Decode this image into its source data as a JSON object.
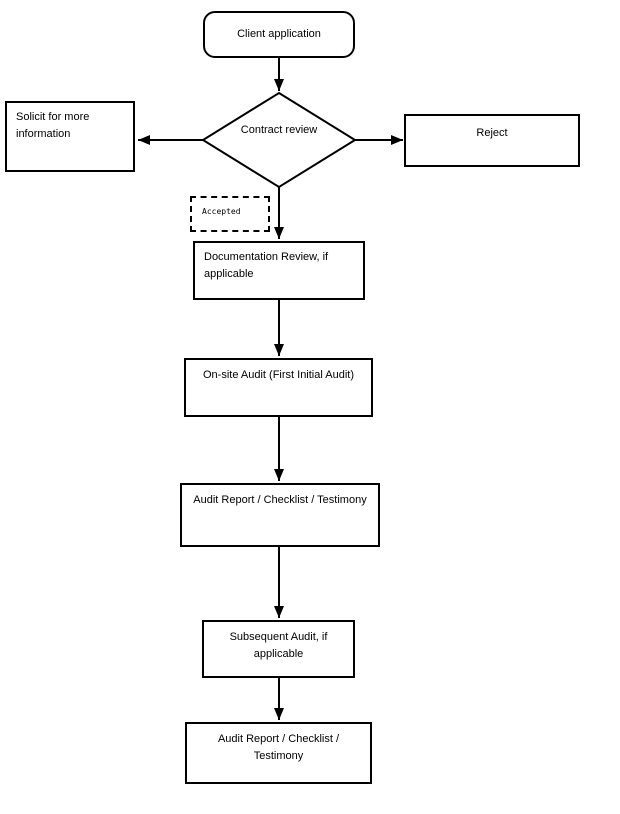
{
  "diagram": {
    "type": "flowchart",
    "colors": {
      "stroke": "#000000",
      "background": "#ffffff",
      "text": "#000000"
    },
    "nodes": {
      "client": {
        "label": "Client application",
        "shape": "rounded-rect"
      },
      "contract_review": {
        "label": "Contract review",
        "shape": "diamond"
      },
      "solicit": {
        "label": "Solicit for more information",
        "shape": "rect"
      },
      "reject": {
        "label": "Reject",
        "shape": "rect"
      },
      "accepted": {
        "label": "Accepted",
        "shape": "dashed-rect"
      },
      "documentation_review": {
        "label": "Documentation Review, if applicable",
        "shape": "rect"
      },
      "onsite_audit": {
        "label": "On-site Audit (First Initial Audit)",
        "shape": "rect"
      },
      "audit_report_1": {
        "label": "Audit Report / Checklist / Testimony",
        "shape": "rect"
      },
      "subsequent_audit": {
        "label": "Subsequent Audit, if applicable",
        "shape": "rect"
      },
      "audit_report_2": {
        "label": "Audit Report / Checklist / Testimony",
        "shape": "rect"
      }
    },
    "edges": [
      {
        "from": "client",
        "to": "contract_review",
        "label": ""
      },
      {
        "from": "contract_review",
        "to": "solicit",
        "label": ""
      },
      {
        "from": "contract_review",
        "to": "reject",
        "label": ""
      },
      {
        "from": "contract_review",
        "to": "documentation_review",
        "label": "Accepted"
      },
      {
        "from": "documentation_review",
        "to": "onsite_audit",
        "label": ""
      },
      {
        "from": "onsite_audit",
        "to": "audit_report_1",
        "label": ""
      },
      {
        "from": "audit_report_1",
        "to": "subsequent_audit",
        "label": ""
      },
      {
        "from": "subsequent_audit",
        "to": "audit_report_2",
        "label": ""
      }
    ]
  }
}
